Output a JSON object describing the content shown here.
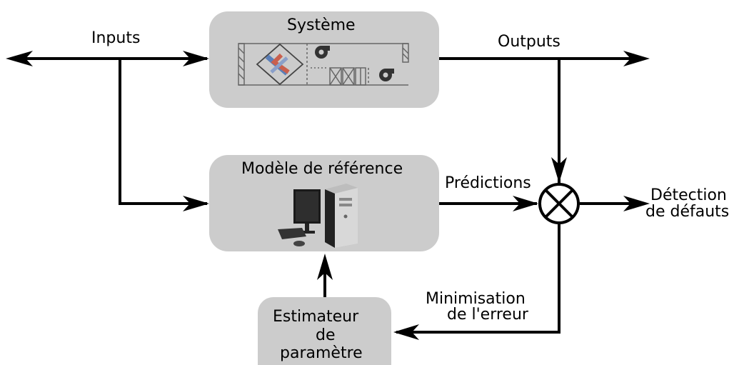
{
  "blocks": {
    "systeme": {
      "title": "Système"
    },
    "modele": {
      "title": "Modèle de référence"
    },
    "estimateur": {
      "line1": "Estimateur",
      "line2": "de",
      "line3": "paramètre"
    }
  },
  "signals": {
    "inputs": "Inputs",
    "outputs": "Outputs",
    "predictions": "Prédictions",
    "detection_line1": "Détection",
    "detection_line2": "de défauts",
    "minimisation_line1": "Minimisation",
    "minimisation_line2": "de l'erreur"
  },
  "icons": {
    "system": "air-handling-unit-schematic-icon",
    "model": "computer-workstation-icon",
    "comparator": "summing-junction-icon"
  },
  "colors": {
    "block_fill": "#cccccc",
    "line": "#000000",
    "hx_blue": "#5b7fb8",
    "hx_red": "#c95f4d"
  }
}
